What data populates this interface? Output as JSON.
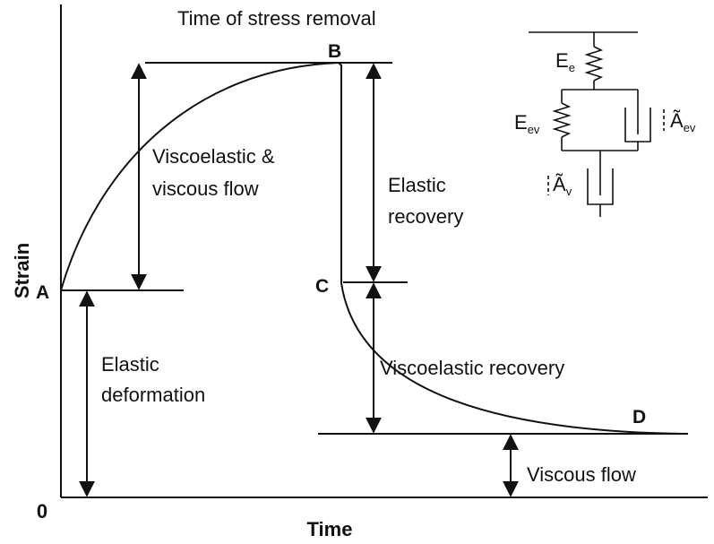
{
  "title": "Time of stress removal",
  "axes": {
    "xlabel": "Time",
    "ylabel": "Strain",
    "origin": "0"
  },
  "points": {
    "A": "A",
    "B": "B",
    "C": "C",
    "D": "D"
  },
  "regions": {
    "viscoelastic_line1": "Viscoelastic &",
    "viscoelastic_line2": "viscous flow",
    "elastic_recovery_line1": "Elastic",
    "elastic_recovery_line2": "recovery",
    "elastic_def_line1": "Elastic",
    "elastic_def_line2": "deformation",
    "viscoelastic_recovery": "Viscoelastic recovery",
    "viscous_flow": "Viscous flow"
  },
  "model": {
    "Ee_main": "E",
    "Ee_sub": "e",
    "Eev_main": "E",
    "Eev_sub": "ev",
    "Aev_main": "Ã",
    "Aev_sub": "ev",
    "Av_main": "Ã",
    "Av_sub": "v"
  },
  "colors": {
    "ink": "#111111",
    "background": "#ffffff"
  }
}
